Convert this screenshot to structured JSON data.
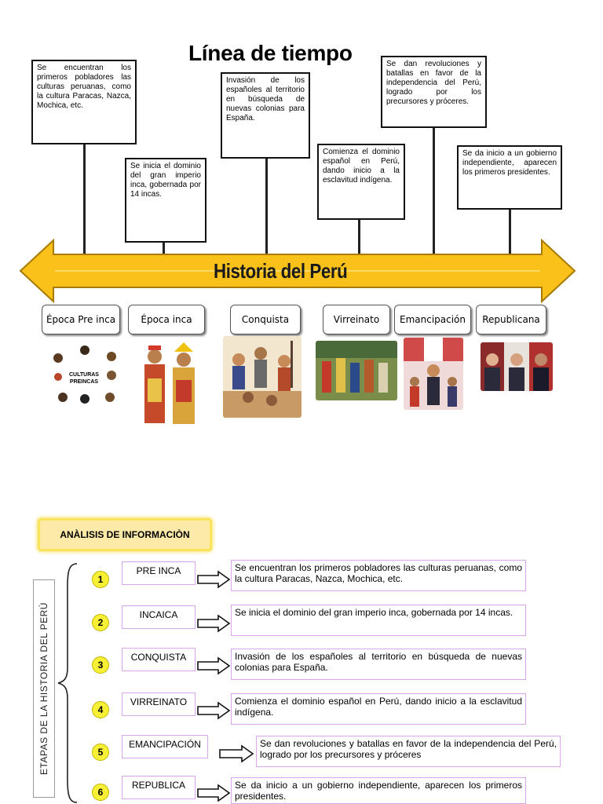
{
  "title": "Línea de tiempo",
  "banner": "Historia del Perú",
  "notes": [
    "Se encuentran los primeros pobladores las culturas peruanas, como la cultura Paracas, Nazca, Mochica, etc.",
    "Se inicia el dominio del gran imperio inca, gobernada por 14 incas.",
    "Invasión de los españoles al territorio en búsqueda de nuevas colonias para España.",
    "Comienza el dominio español en Perú, dando inicio a la esclavitud indígena.",
    "Se dan revoluciones y batallas en favor de la independencia del Perú, logrado por los precursores y próceres.",
    "Se da inicio a un gobierno independiente, aparecen los primeros presidentes."
  ],
  "eras": [
    "Época Pre inca",
    "Época inca",
    "Conquista",
    "Virreinato",
    "Emancipación",
    "Republicana"
  ],
  "preinca_caption": "CULTURAS PREINCAS",
  "analysis": {
    "heading": "ANÀLISIS DE INFORMACIÒN",
    "side_label": "ETAPAS DE LA HISTORIA DEL PERÚ",
    "rows": [
      {
        "num": "1",
        "stage": "PRE INCA",
        "text": "Se encuentran los primeros pobladores las culturas peruanas, como la cultura Paracas, Nazca, Mochica, etc."
      },
      {
        "num": "2",
        "stage": "INCAICA",
        "text": "Se inicia el dominio del gran imperio inca, gobernada por 14 incas."
      },
      {
        "num": "3",
        "stage": "CONQUISTA",
        "text": "Invasión de los españoles al territorio en búsqueda de nuevas colonias para España."
      },
      {
        "num": "4",
        "stage": "VIRREINATO",
        "text": "Comienza el dominio español en Perú, dando inicio a la esclavitud indígena."
      },
      {
        "num": "5",
        "stage": "EMANCIPACIÓN",
        "text": "Se dan revoluciones y batallas en favor de la independencia del Perú, logrado por los precursores y próceres"
      },
      {
        "num": "6",
        "stage": "REPUBLICA",
        "text": "Se da inicio a un gobierno independiente, aparecen los primeros presidentes."
      }
    ]
  }
}
